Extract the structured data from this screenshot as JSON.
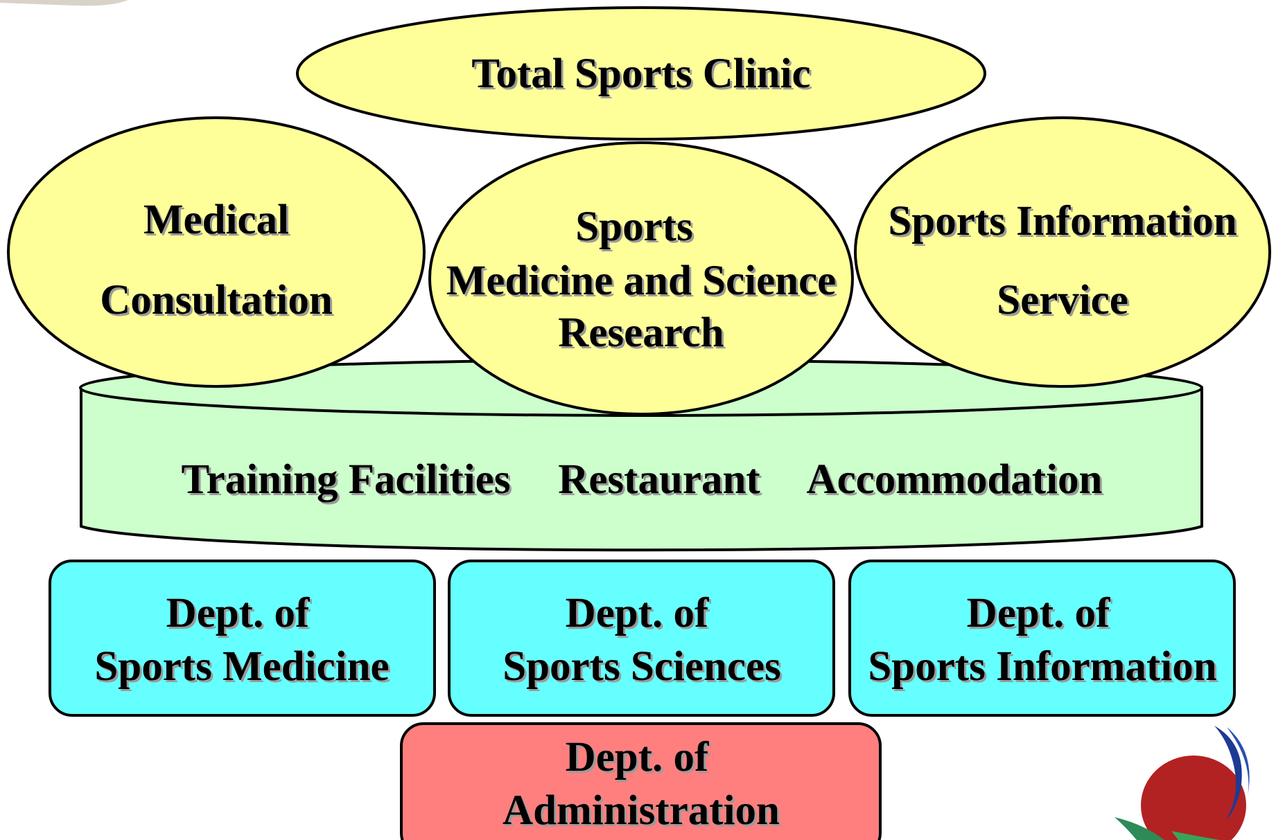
{
  "diagram": {
    "top": {
      "label": "Total Sports Clinic"
    },
    "services": [
      {
        "lines": [
          "Medical",
          "Consultation"
        ]
      },
      {
        "lines": [
          "Sports",
          "Medicine and Science",
          "Research"
        ]
      },
      {
        "lines": [
          "Sports Information",
          "Service"
        ]
      }
    ],
    "platform": {
      "items": [
        "Training Facilities",
        "Restaurant",
        "Accommodation"
      ]
    },
    "departments": [
      {
        "lines": [
          "Dept. of",
          "Sports Medicine"
        ]
      },
      {
        "lines": [
          "Dept. of",
          "Sports Sciences"
        ]
      },
      {
        "lines": [
          "Dept. of",
          "Sports Information"
        ]
      }
    ],
    "administration": {
      "lines": [
        "Dept. of",
        "Administration"
      ]
    }
  },
  "colors": {
    "ellipse_fill": "#FFFF99",
    "platform_fill": "#CCFFCC",
    "dept_fill": "#66FFFF",
    "admin_fill": "#FF7F7F",
    "stroke": "#000000"
  },
  "logo": {
    "icon": "organization-logo-icon"
  }
}
